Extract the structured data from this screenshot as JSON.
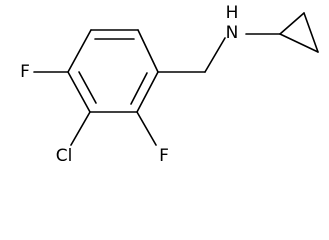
{
  "molecule": {
    "atoms": {
      "n_label": "H\nN",
      "nh_h": "H",
      "nh_n": "N",
      "f_left": "F",
      "cl": "Cl",
      "f_bottom": "F"
    },
    "colors": {
      "bond": "#000000",
      "label": "#000000",
      "background": "#ffffff"
    }
  }
}
